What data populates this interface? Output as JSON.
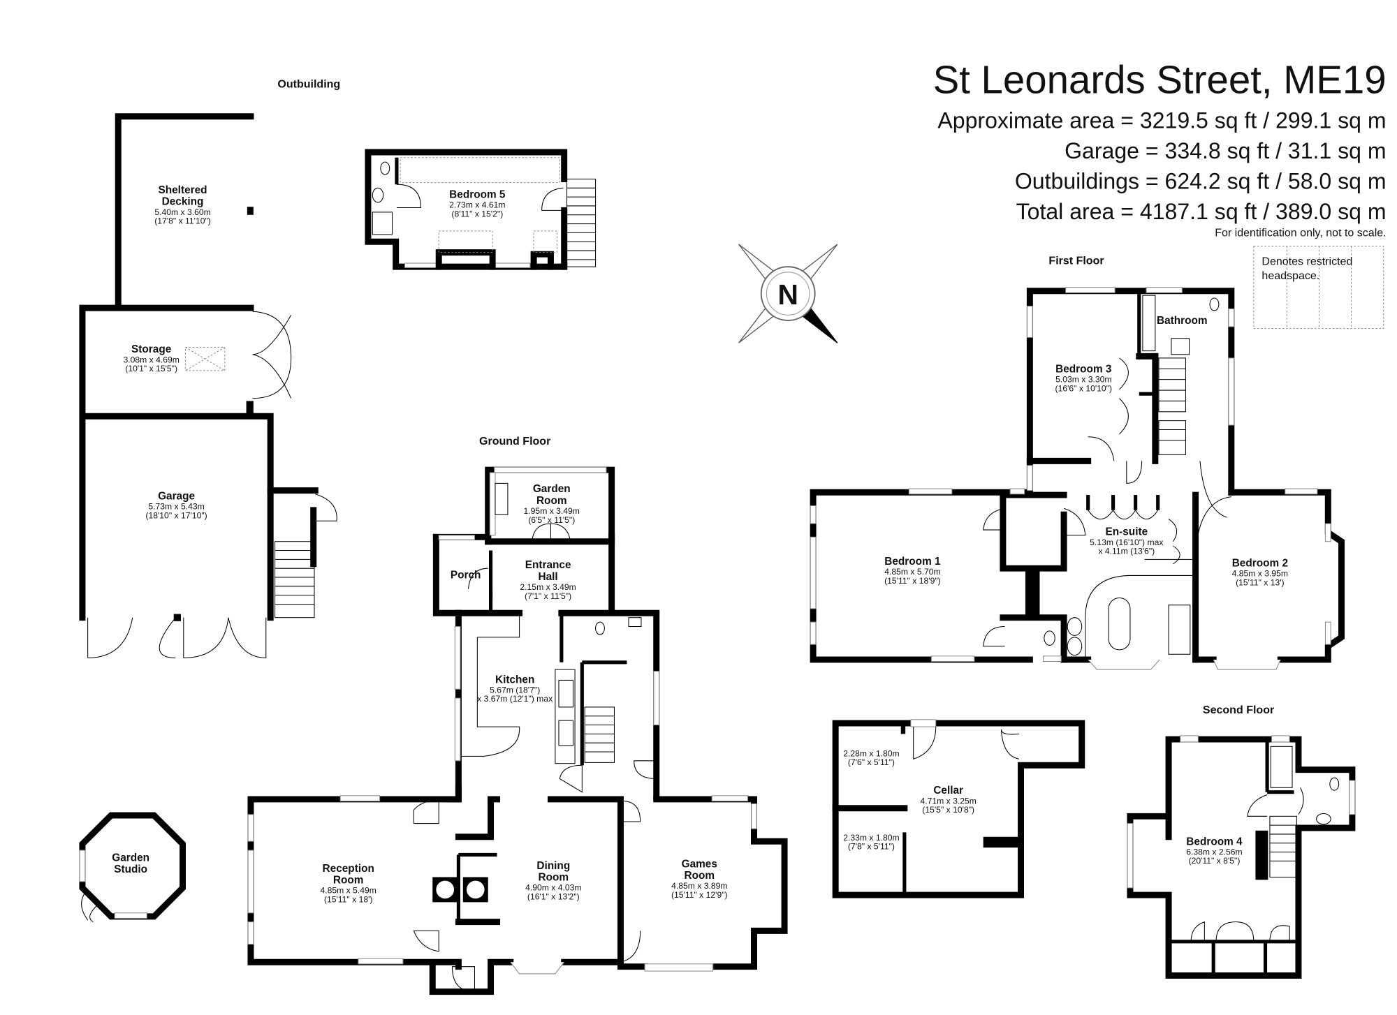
{
  "header": {
    "title": "St Leonards Street,  ME19",
    "areas": [
      "Approximate area = 3219.5 sq ft / 299.1 sq m",
      "Garage = 334.8 sq ft / 31.1 sq m",
      "Outbuildings = 624.2 sq ft / 58.0 sq m",
      "Total area = 4187.1 sq ft / 389.0 sq m"
    ],
    "note": "For identification only, not to scale."
  },
  "legend": {
    "line1": "Denotes restricted",
    "line2": "headspace."
  },
  "compass": {
    "label": "N",
    "icon": "compass-north-icon"
  },
  "floors": {
    "outbuilding": "Outbuilding",
    "ground": "Ground Floor",
    "first": "First Floor",
    "second": "Second Floor"
  },
  "rooms": [
    {
      "name": [
        "Sheltered",
        "Decking"
      ],
      "dims": [
        "5.40m x 3.60m",
        "(17'8\" x 11'10\")"
      ]
    },
    {
      "name": [
        "Storage"
      ],
      "dims": [
        "3.08m x 4.69m",
        "(10'1\" x 15'5\")"
      ]
    },
    {
      "name": [
        "Garage"
      ],
      "dims": [
        "5.73m x 5.43m",
        "(18'10\" x 17'10\")"
      ]
    },
    {
      "name": [
        "Bedroom 5"
      ],
      "dims": [
        "2.73m x 4.61m",
        "(8'11\" x 15'2\")"
      ]
    },
    {
      "name": [
        "Garden",
        "Studio"
      ],
      "dims": []
    },
    {
      "name": [
        "Garden",
        "Room"
      ],
      "dims": [
        "1.95m x 3.49m",
        "(6'5\" x 11'5\")"
      ]
    },
    {
      "name": [
        "Porch"
      ],
      "dims": []
    },
    {
      "name": [
        "Entrance",
        "Hall"
      ],
      "dims": [
        "2.15m x 3.49m",
        "(7'1\" x 11'5\")"
      ]
    },
    {
      "name": [
        "Kitchen"
      ],
      "dims": [
        "5.67m (18'7\")",
        "x 3.67m (12'1\") max"
      ]
    },
    {
      "name": [
        "Reception",
        "Room"
      ],
      "dims": [
        "4.85m x 5.49m",
        "(15'11\" x 18')"
      ]
    },
    {
      "name": [
        "Dining",
        "Room"
      ],
      "dims": [
        "4.90m x 4.03m",
        "(16'1\" x 13'2\")"
      ]
    },
    {
      "name": [
        "Games",
        "Room"
      ],
      "dims": [
        "4.85m x 3.89m",
        "(15'11\" x 12'9\")"
      ]
    },
    {
      "name": [
        "Bedroom 3"
      ],
      "dims": [
        "5.03m x 3.30m",
        "(16'6\" x 10'10\")"
      ]
    },
    {
      "name": [
        "Bathroom"
      ],
      "dims": []
    },
    {
      "name": [
        "Bedroom 1"
      ],
      "dims": [
        "4.85m x 5.70m",
        "(15'11\" x 18'9\")"
      ]
    },
    {
      "name": [
        "En-suite"
      ],
      "dims": [
        "5.13m (16'10\") max",
        "x 4.11m (13'6\")"
      ]
    },
    {
      "name": [
        "Bedroom 2"
      ],
      "dims": [
        "4.85m x 3.95m",
        "(15'11\" x 13')"
      ]
    },
    {
      "name": [
        "Cellar"
      ],
      "dims": [
        "4.71m x 3.25m",
        "(15'5\" x 10'8\")"
      ]
    },
    {
      "name": [],
      "dims": [
        "2.28m x 1.80m",
        "(7'6\" x 5'11\")"
      ]
    },
    {
      "name": [],
      "dims": [
        "2.33m x 1.80m",
        "(7'8\" x 5'11\")"
      ]
    },
    {
      "name": [
        "Bedroom 4"
      ],
      "dims": [
        "6.38m x 2.56m",
        "(20'11\" x 8'5\")"
      ]
    }
  ]
}
